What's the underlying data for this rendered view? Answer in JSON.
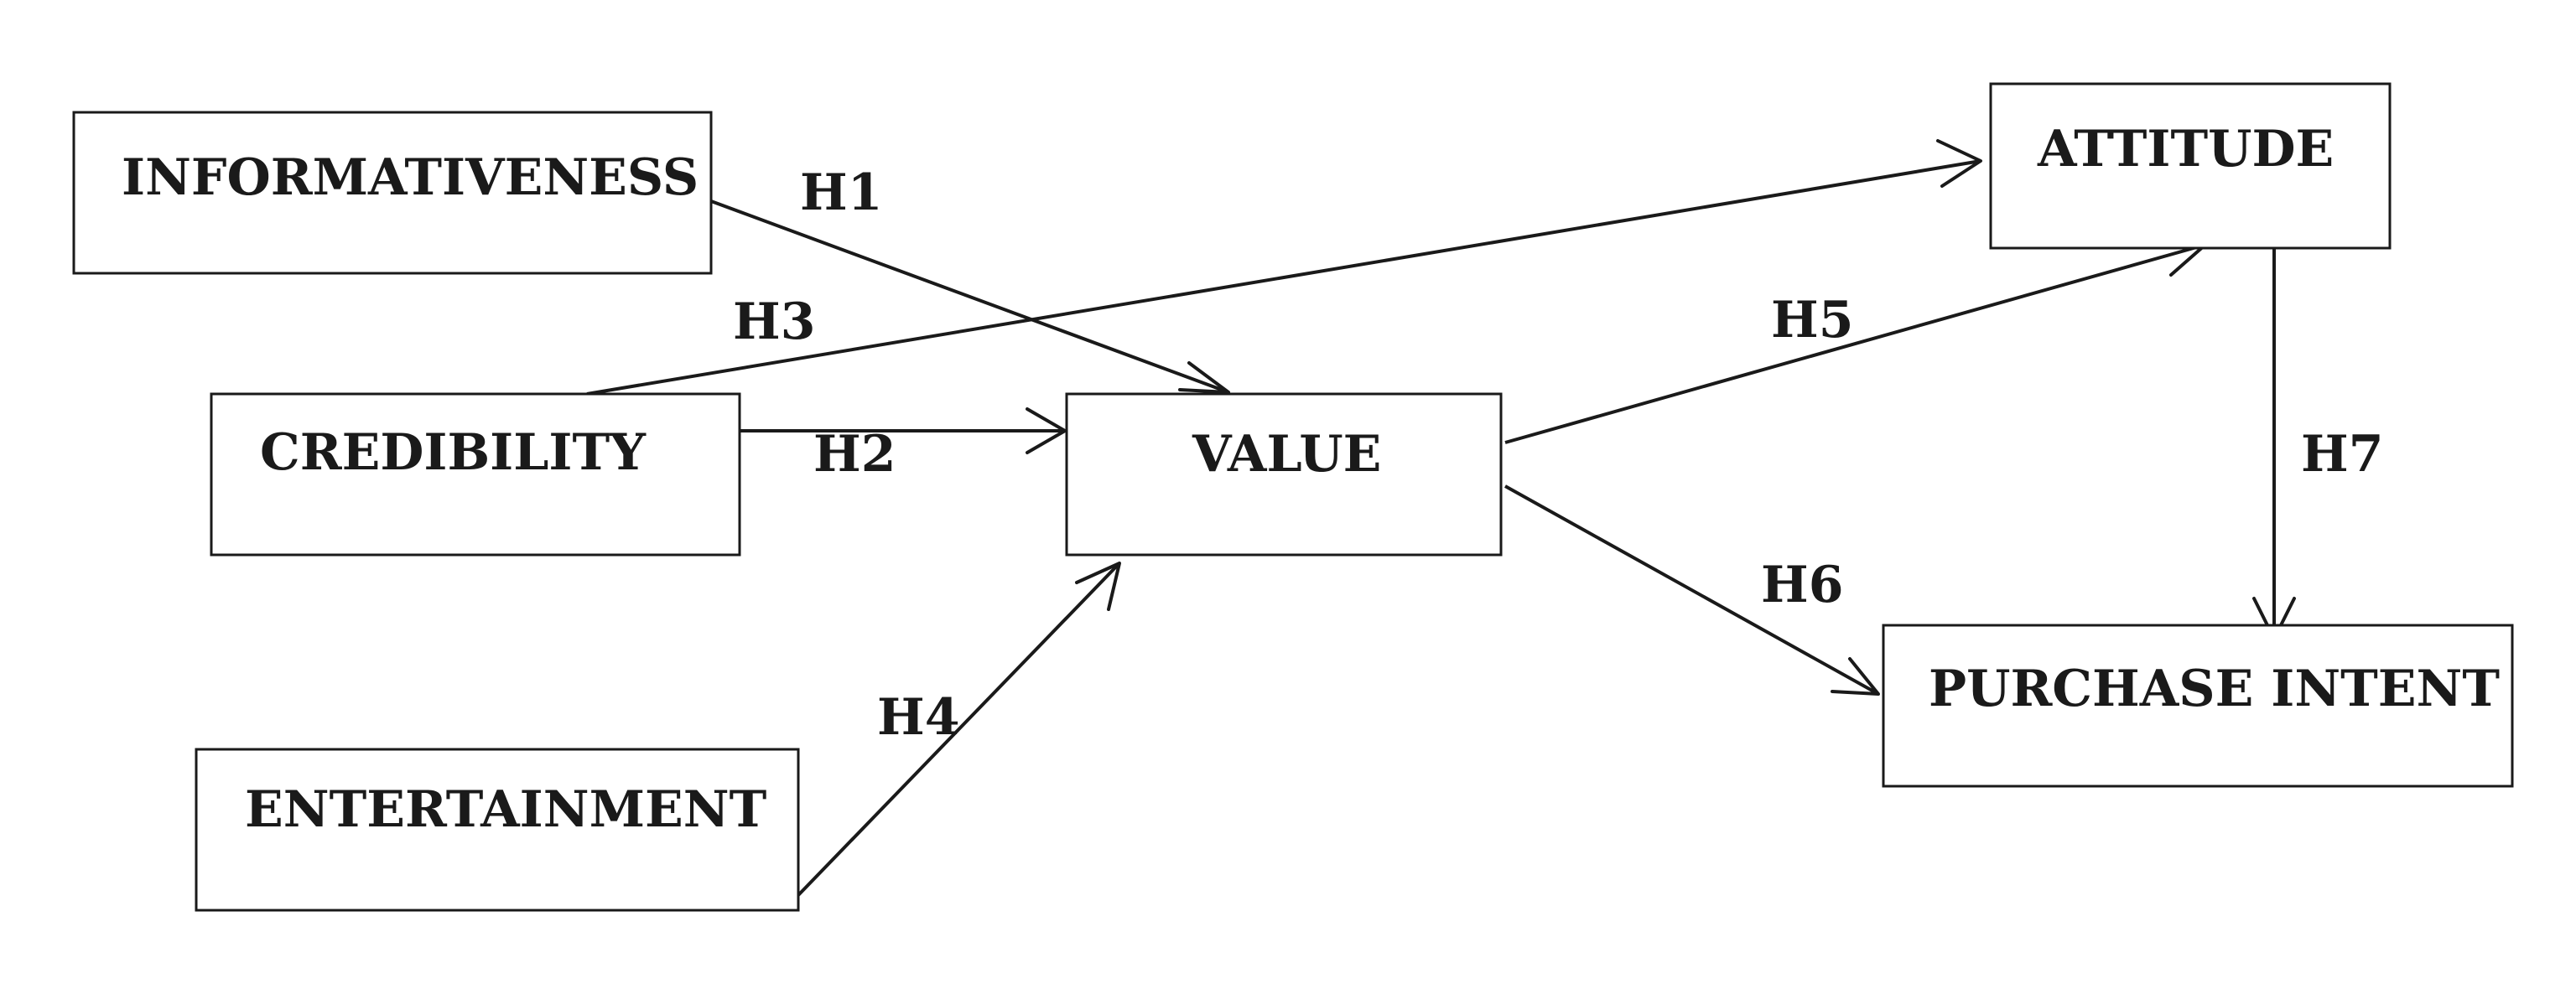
{
  "nodes": {
    "informativeness": "INFORMATIVENESS",
    "credibility": "CREDIBILITY",
    "entertainment": "ENTERTAINMENT",
    "value": "VALUE",
    "attitude": "ATTITUDE",
    "purchase_intent": "PURCHASE INTENT"
  },
  "edges": {
    "h1": "H1",
    "h2": "H2",
    "h3": "H3",
    "h4": "H4",
    "h5": "H5",
    "h6": "H6",
    "h7": "H7"
  },
  "colors": {
    "stroke": "#1a1a1a",
    "background": "#ffffff"
  }
}
